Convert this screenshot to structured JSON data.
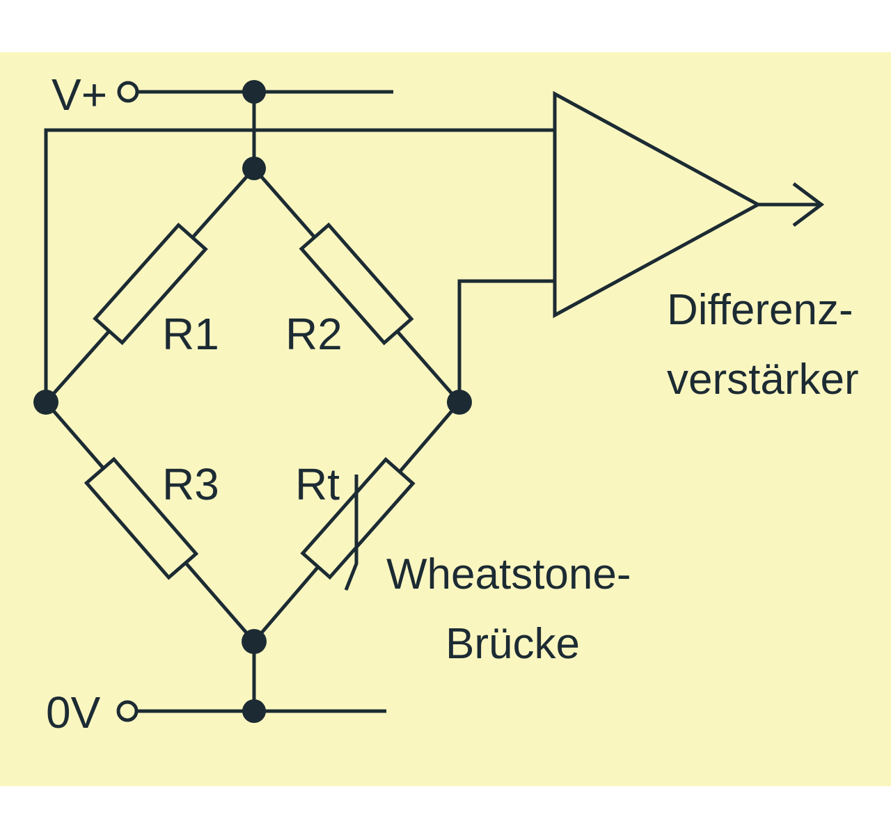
{
  "diagram": {
    "background_color": "#faf6c0",
    "line_color": "#1c2b33",
    "supply": {
      "positive_label": "V+",
      "ground_label": "0V"
    },
    "resistors": [
      {
        "id": "r1",
        "label": "R1"
      },
      {
        "id": "r2",
        "label": "R2"
      },
      {
        "id": "r3",
        "label": "R3"
      },
      {
        "id": "rt",
        "label": "Rt"
      }
    ],
    "amplifier": {
      "label_line1": "Differenz-",
      "label_line2": "verstärker"
    },
    "bridge": {
      "label_line1": "Wheatstone-",
      "label_line2": "Brücke"
    }
  }
}
